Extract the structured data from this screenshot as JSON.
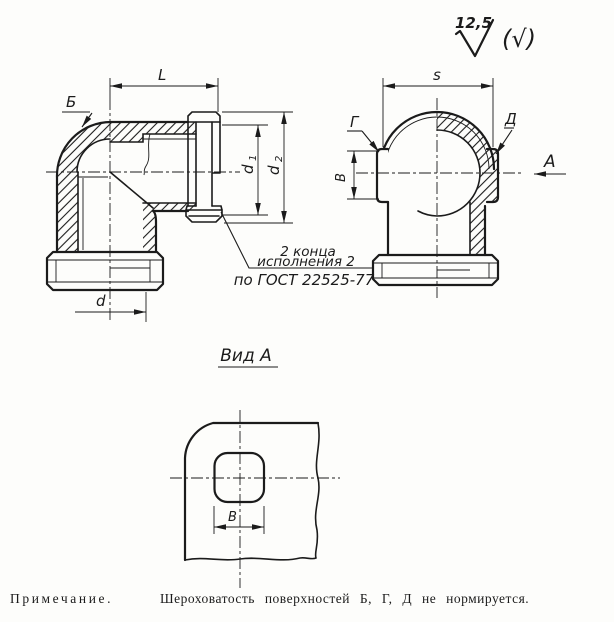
{
  "drawing_title": "Elbow pipe fitting section drawing (GOST)",
  "roughness": {
    "value": "12,5",
    "secondary": "(√)"
  },
  "labels": {
    "surface_b": "Б",
    "surface_g": "Г",
    "surface_d": "Д",
    "dim_l": "L",
    "dim_s": "s",
    "dim_d": "d",
    "dim_d1_base": "d",
    "dim_d1_sub": "1",
    "dim_d2_base": "d",
    "dim_d2_sub": "2",
    "dim_v_right": "В",
    "dim_v_bottom": "В",
    "view_arrow": "А"
  },
  "view_a": {
    "title": "Вид А"
  },
  "callout": {
    "line1": "2 конца",
    "line2": "исполнения 2",
    "line3": "по ГОСТ 22525-77"
  },
  "note": {
    "lead": "Примечание.",
    "body": "Шероховатость поверхностей Б, Г, Д не нормируется."
  },
  "colors": {
    "ink": "#1b1b1b",
    "paper": "#fdfdfb"
  }
}
